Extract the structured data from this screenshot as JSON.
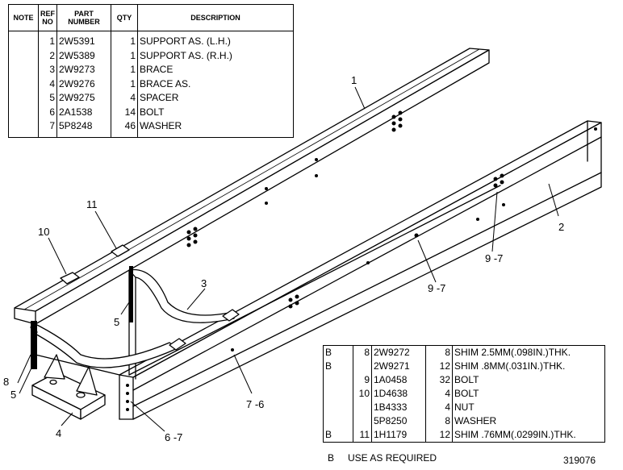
{
  "parts_table_top": {
    "headers": [
      "NOTE",
      "REF NO",
      "PART NUMBER",
      "QTY",
      "DESCRIPTION"
    ],
    "rows": [
      {
        "note": "",
        "ref": "1",
        "part": "2W5391",
        "qty": "1",
        "desc": "SUPPORT  AS.  (L.H.)"
      },
      {
        "note": "",
        "ref": "2",
        "part": "2W5389",
        "qty": "1",
        "desc": "SUPPORT  AS.  (R.H.)"
      },
      {
        "note": "",
        "ref": "3",
        "part": "2W9273",
        "qty": "1",
        "desc": "BRACE"
      },
      {
        "note": "",
        "ref": "4",
        "part": "2W9276",
        "qty": "1",
        "desc": "BRACE  AS."
      },
      {
        "note": "",
        "ref": "5",
        "part": "2W9275",
        "qty": "4",
        "desc": "SPACER"
      },
      {
        "note": "",
        "ref": "6",
        "part": "2A1538",
        "qty": "14",
        "desc": "BOLT"
      },
      {
        "note": "",
        "ref": "7",
        "part": "5P8248",
        "qty": "46",
        "desc": "WASHER"
      }
    ]
  },
  "parts_table_bottom": {
    "rows": [
      {
        "note": "B",
        "ref": "8",
        "part": "2W9272",
        "qty": "8",
        "desc": "SHIM  2.5MM(.098IN.)THK."
      },
      {
        "note": "B",
        "ref": "",
        "part": "2W9271",
        "qty": "12",
        "desc": "SHIM  .8MM(.031IN.)THK."
      },
      {
        "note": "",
        "ref": "9",
        "part": "1A0458",
        "qty": "32",
        "desc": "BOLT"
      },
      {
        "note": "",
        "ref": "10",
        "part": "1D4638",
        "qty": "4",
        "desc": "BOLT"
      },
      {
        "note": "",
        "ref": "",
        "part": "1B4333",
        "qty": "4",
        "desc": "NUT"
      },
      {
        "note": "",
        "ref": "",
        "part": "5P8250",
        "qty": "8",
        "desc": "WASHER"
      },
      {
        "note": "B",
        "ref": "11",
        "part": "1H1179",
        "qty": "12",
        "desc": "SHIM  .76MM(.0299IN.)THK."
      }
    ]
  },
  "footnote": {
    "key": "B",
    "text": "USE  AS  REQUIRED"
  },
  "drawing_number": "319076",
  "callouts": [
    "1",
    "2",
    "3",
    "4",
    "5",
    "5",
    "6 -7",
    "7 -6",
    "8",
    "9 -7",
    "9 -7",
    "10",
    "11"
  ]
}
